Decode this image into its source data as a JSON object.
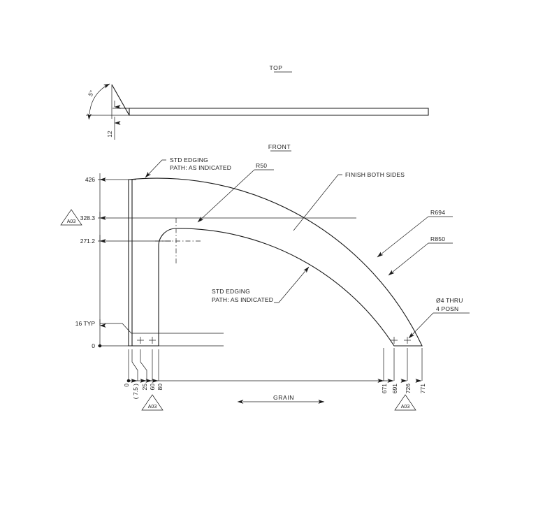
{
  "document": {
    "type": "engineering-drawing",
    "background_color": "#ffffff",
    "line_color": "#1a1a1a"
  },
  "views": {
    "top": {
      "title": "TOP",
      "thickness_dim": "12",
      "angle_dim": "5°"
    },
    "front": {
      "title": "FRONT"
    }
  },
  "annotations": {
    "std_edging_upper": {
      "line1": "STD EDGING",
      "line2": "PATH: AS INDICATED"
    },
    "std_edging_lower": {
      "line1": "STD EDGING",
      "line2": "PATH: AS INDICATED"
    },
    "finish": "FINISH BOTH SIDES",
    "radius_r50": "R50",
    "radius_r694": "R694",
    "radius_r850": "R850",
    "hole_callout": {
      "line1": "Ø4 THRU",
      "line2": "4 POSN"
    },
    "grain": "GRAIN"
  },
  "dimensions": {
    "vertical": [
      {
        "value": "426",
        "has_flag": false
      },
      {
        "value": "328.3",
        "has_flag": true
      },
      {
        "value": "271.2",
        "has_flag": false
      },
      {
        "value": "16 TYP",
        "has_flag": false
      },
      {
        "value": "0",
        "has_flag": false
      }
    ],
    "horizontal_left": [
      "0",
      "( 7.5 )",
      "25",
      "60",
      "80"
    ],
    "horizontal_right": [
      "671",
      "691",
      "726",
      "771"
    ]
  },
  "flags": {
    "label": "A03",
    "positions": [
      "left-328.3",
      "bottom-left",
      "bottom-right"
    ]
  }
}
